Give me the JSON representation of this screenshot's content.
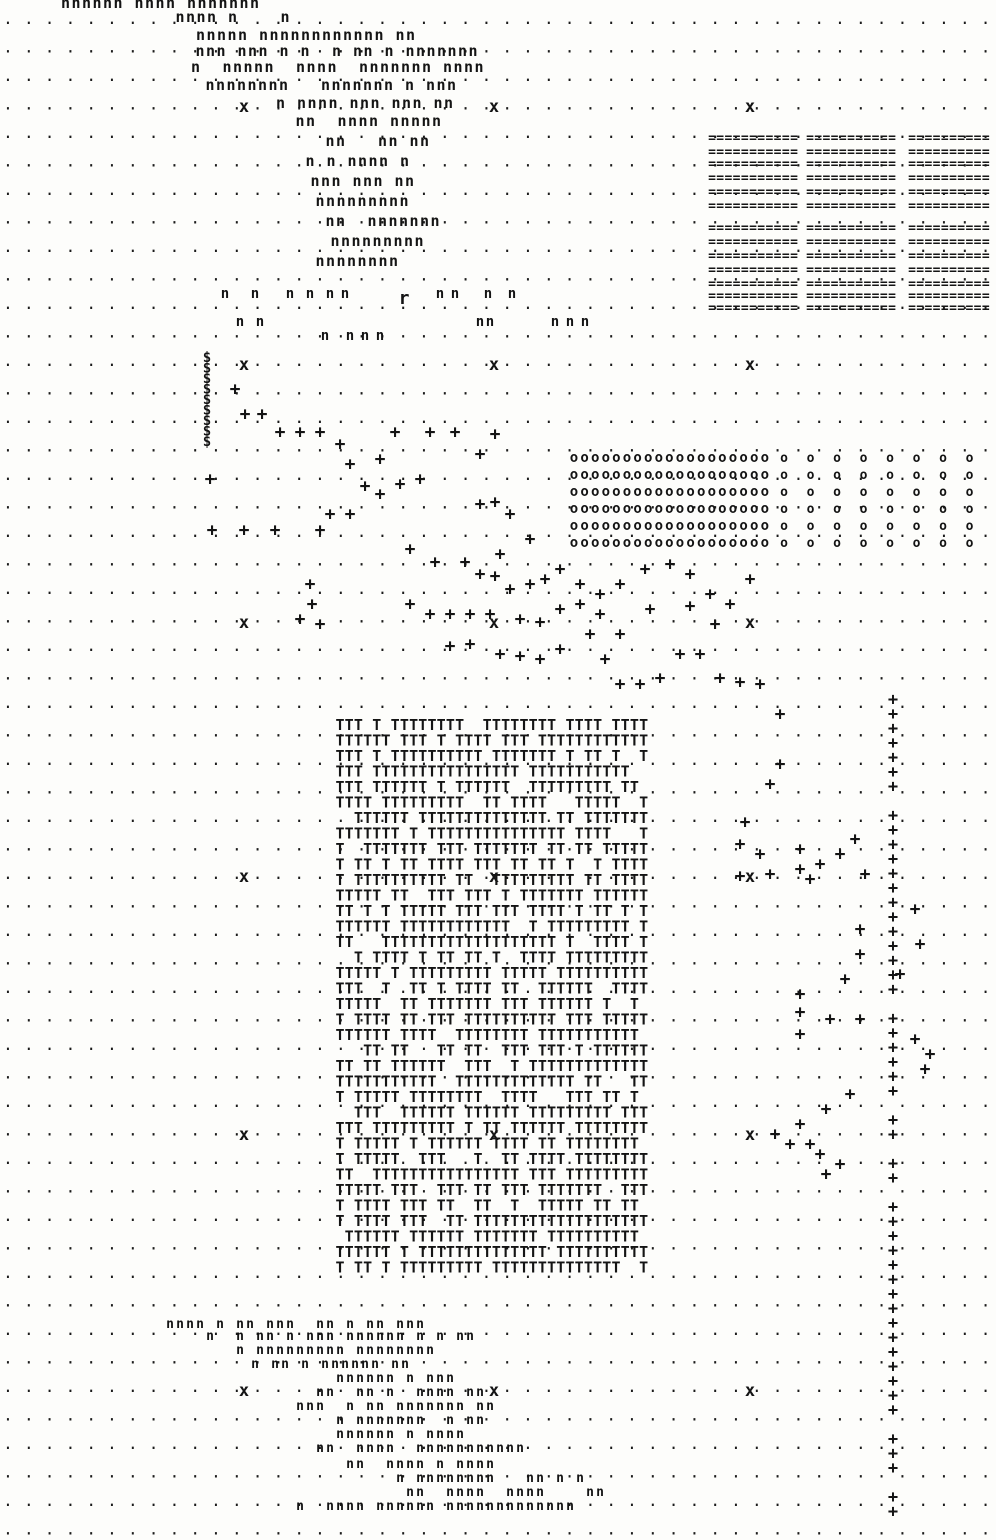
{
  "printout": {
    "background": "#fdfdfb",
    "ink": "#141414",
    "symbols": {
      "grid_dot": ".",
      "grid_marker": "x",
      "dark_shade": "T",
      "path_mark": "+",
      "circle_mark": "o",
      "dollar_mark": "$",
      "text_block_mark": "=",
      "hatch_mark": "n",
      "letter_r": "r"
    }
  }
}
